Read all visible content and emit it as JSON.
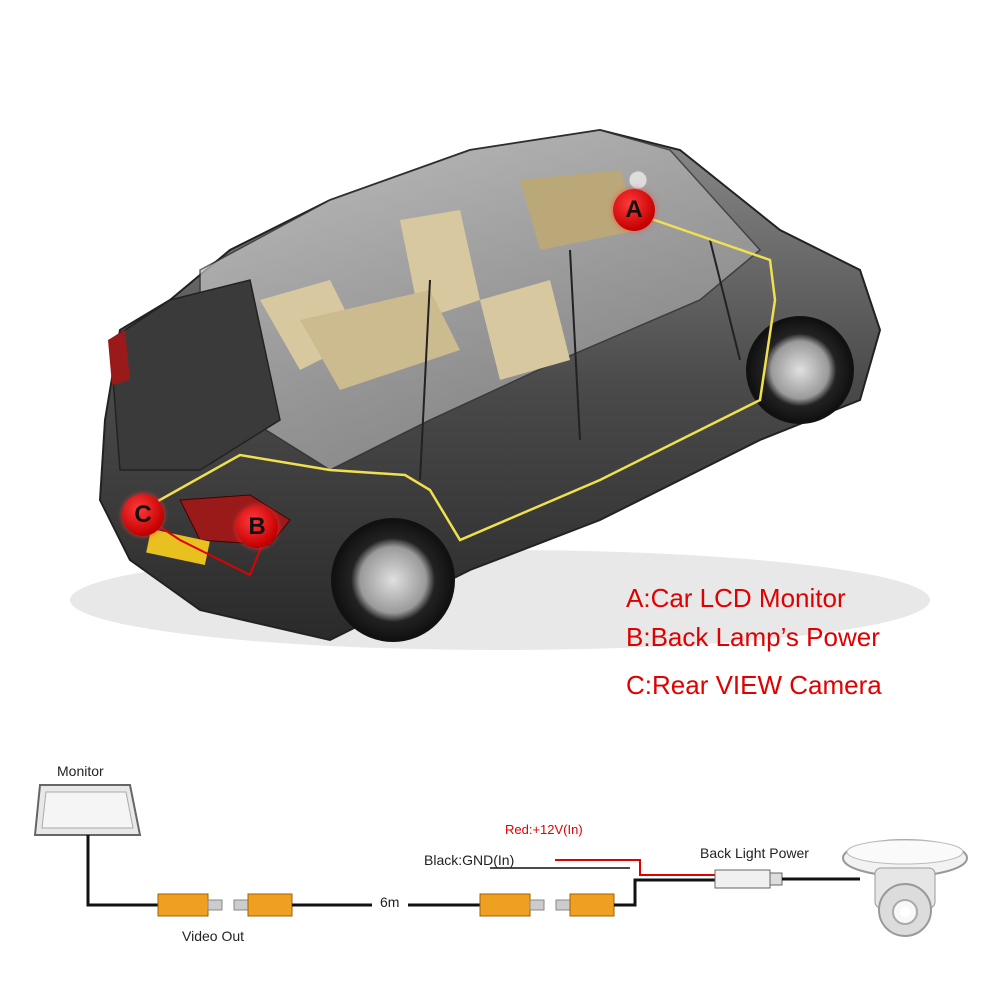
{
  "legend": {
    "a": "A:Car LCD Monitor",
    "b": "B:Back Lamp’s Power",
    "c": "C:Rear VIEW Camera"
  },
  "markers": {
    "a": "A",
    "b": "B",
    "c": "C"
  },
  "wiring": {
    "monitor": "Monitor",
    "video_out": "Video Out",
    "cable_length": "6m",
    "red_wire": "Red:+12V(In)",
    "black_wire": "Black:GND(In)",
    "back_light_power": "Back Light Power"
  },
  "colors": {
    "accent_red": "#e00000",
    "rca_connector": "#f0a020",
    "wire_path": "#f0e050"
  },
  "icons": [
    "car-illustration",
    "monitor-icon",
    "rca-connector-icon",
    "camera-icon",
    "power-connector-icon"
  ]
}
